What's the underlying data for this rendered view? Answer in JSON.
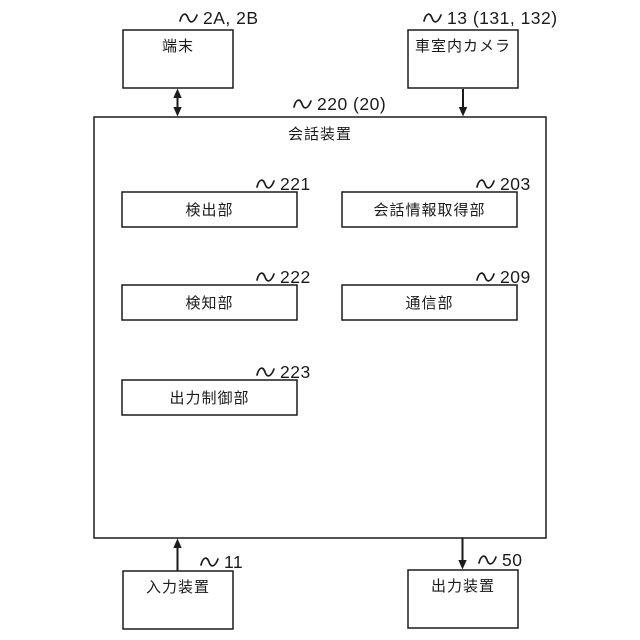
{
  "figure": {
    "type": "patent-block-diagram",
    "background_color": "#ffffff",
    "line_color": "#1b1b1b"
  },
  "boxes": {
    "terminal": {
      "label": "端末",
      "ref": "2A, 2B"
    },
    "camera": {
      "label": "車室内カメラ",
      "ref": "13 (131, 132)"
    },
    "conversation_device": {
      "label": "会話装置",
      "ref": "220 (20)"
    },
    "detection": {
      "label": "検出部",
      "ref": "221"
    },
    "conversation_info_acquisition": {
      "label": "会話情報取得部",
      "ref": "203"
    },
    "sensing": {
      "label": "検知部",
      "ref": "222"
    },
    "communication": {
      "label": "通信部",
      "ref": "209"
    },
    "output_control": {
      "label": "出力制御部",
      "ref": "223"
    },
    "input_device": {
      "label": "入力装置",
      "ref": "11"
    },
    "output_device": {
      "label": "出力装置",
      "ref": "50"
    }
  },
  "connections": [
    {
      "from": "terminal",
      "to": "conversation_device",
      "type": "bidirectional"
    },
    {
      "from": "camera",
      "to": "conversation_device",
      "type": "directed"
    },
    {
      "from": "input_device",
      "to": "conversation_device",
      "type": "directed"
    },
    {
      "from": "conversation_device",
      "to": "output_device",
      "type": "directed"
    }
  ]
}
